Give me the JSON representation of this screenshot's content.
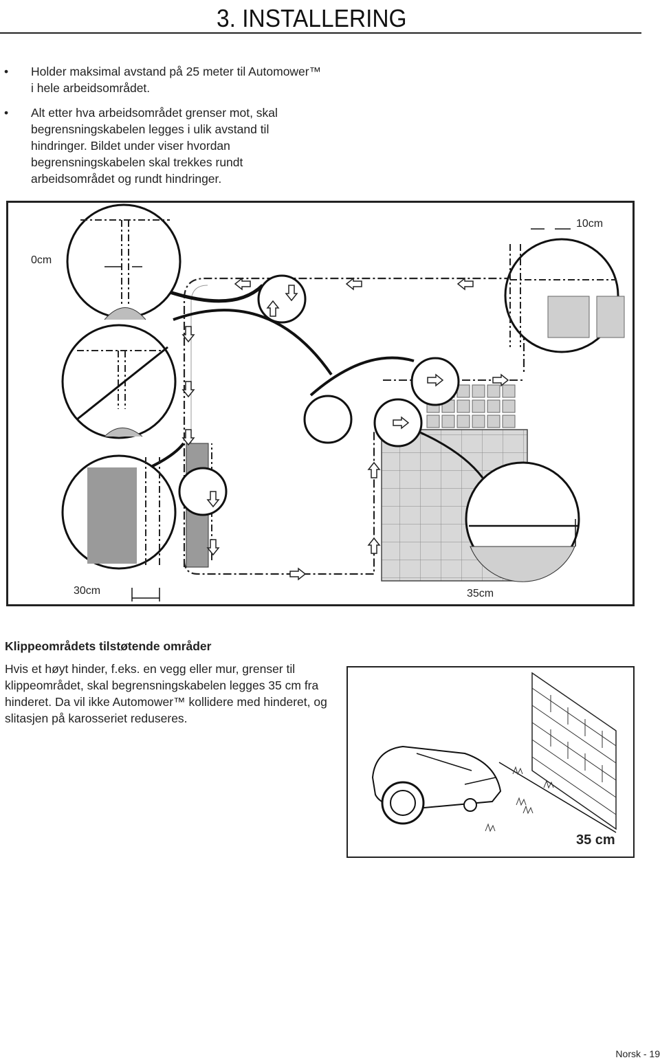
{
  "header": {
    "title": "3. INSTALLERING"
  },
  "bullets": [
    "Holder maksimal avstand på 25 meter til Automower™ i hele arbeidsområdet.",
    "Alt etter hva arbeidsområdet grenser mot, skal begrensningskabelen legges i ulik avstand til hindringer. Bildet under viser hvordan begrensningskabelen skal trekkes rundt arbeidsområdet og rundt hindringer."
  ],
  "bullet_symbol": "•",
  "figure1": {
    "label_0cm": "0cm",
    "label_10cm": "10cm",
    "label_30cm": "30cm",
    "label_35cm": "35cm"
  },
  "section": {
    "title": "Klippeområdets tilstøtende områder",
    "body": "Hvis et høyt hinder, f.eks. en vegg eller mur, grenser til klippeområdet, skal begrensningskabelen legges 35 cm fra hinderet. Da vil ikke Automower™ kollidere med hinderet, og slitasjen på karosseriet reduseres."
  },
  "figure2": {
    "label": "35 cm"
  },
  "footer": {
    "page": "Norsk - 19"
  }
}
